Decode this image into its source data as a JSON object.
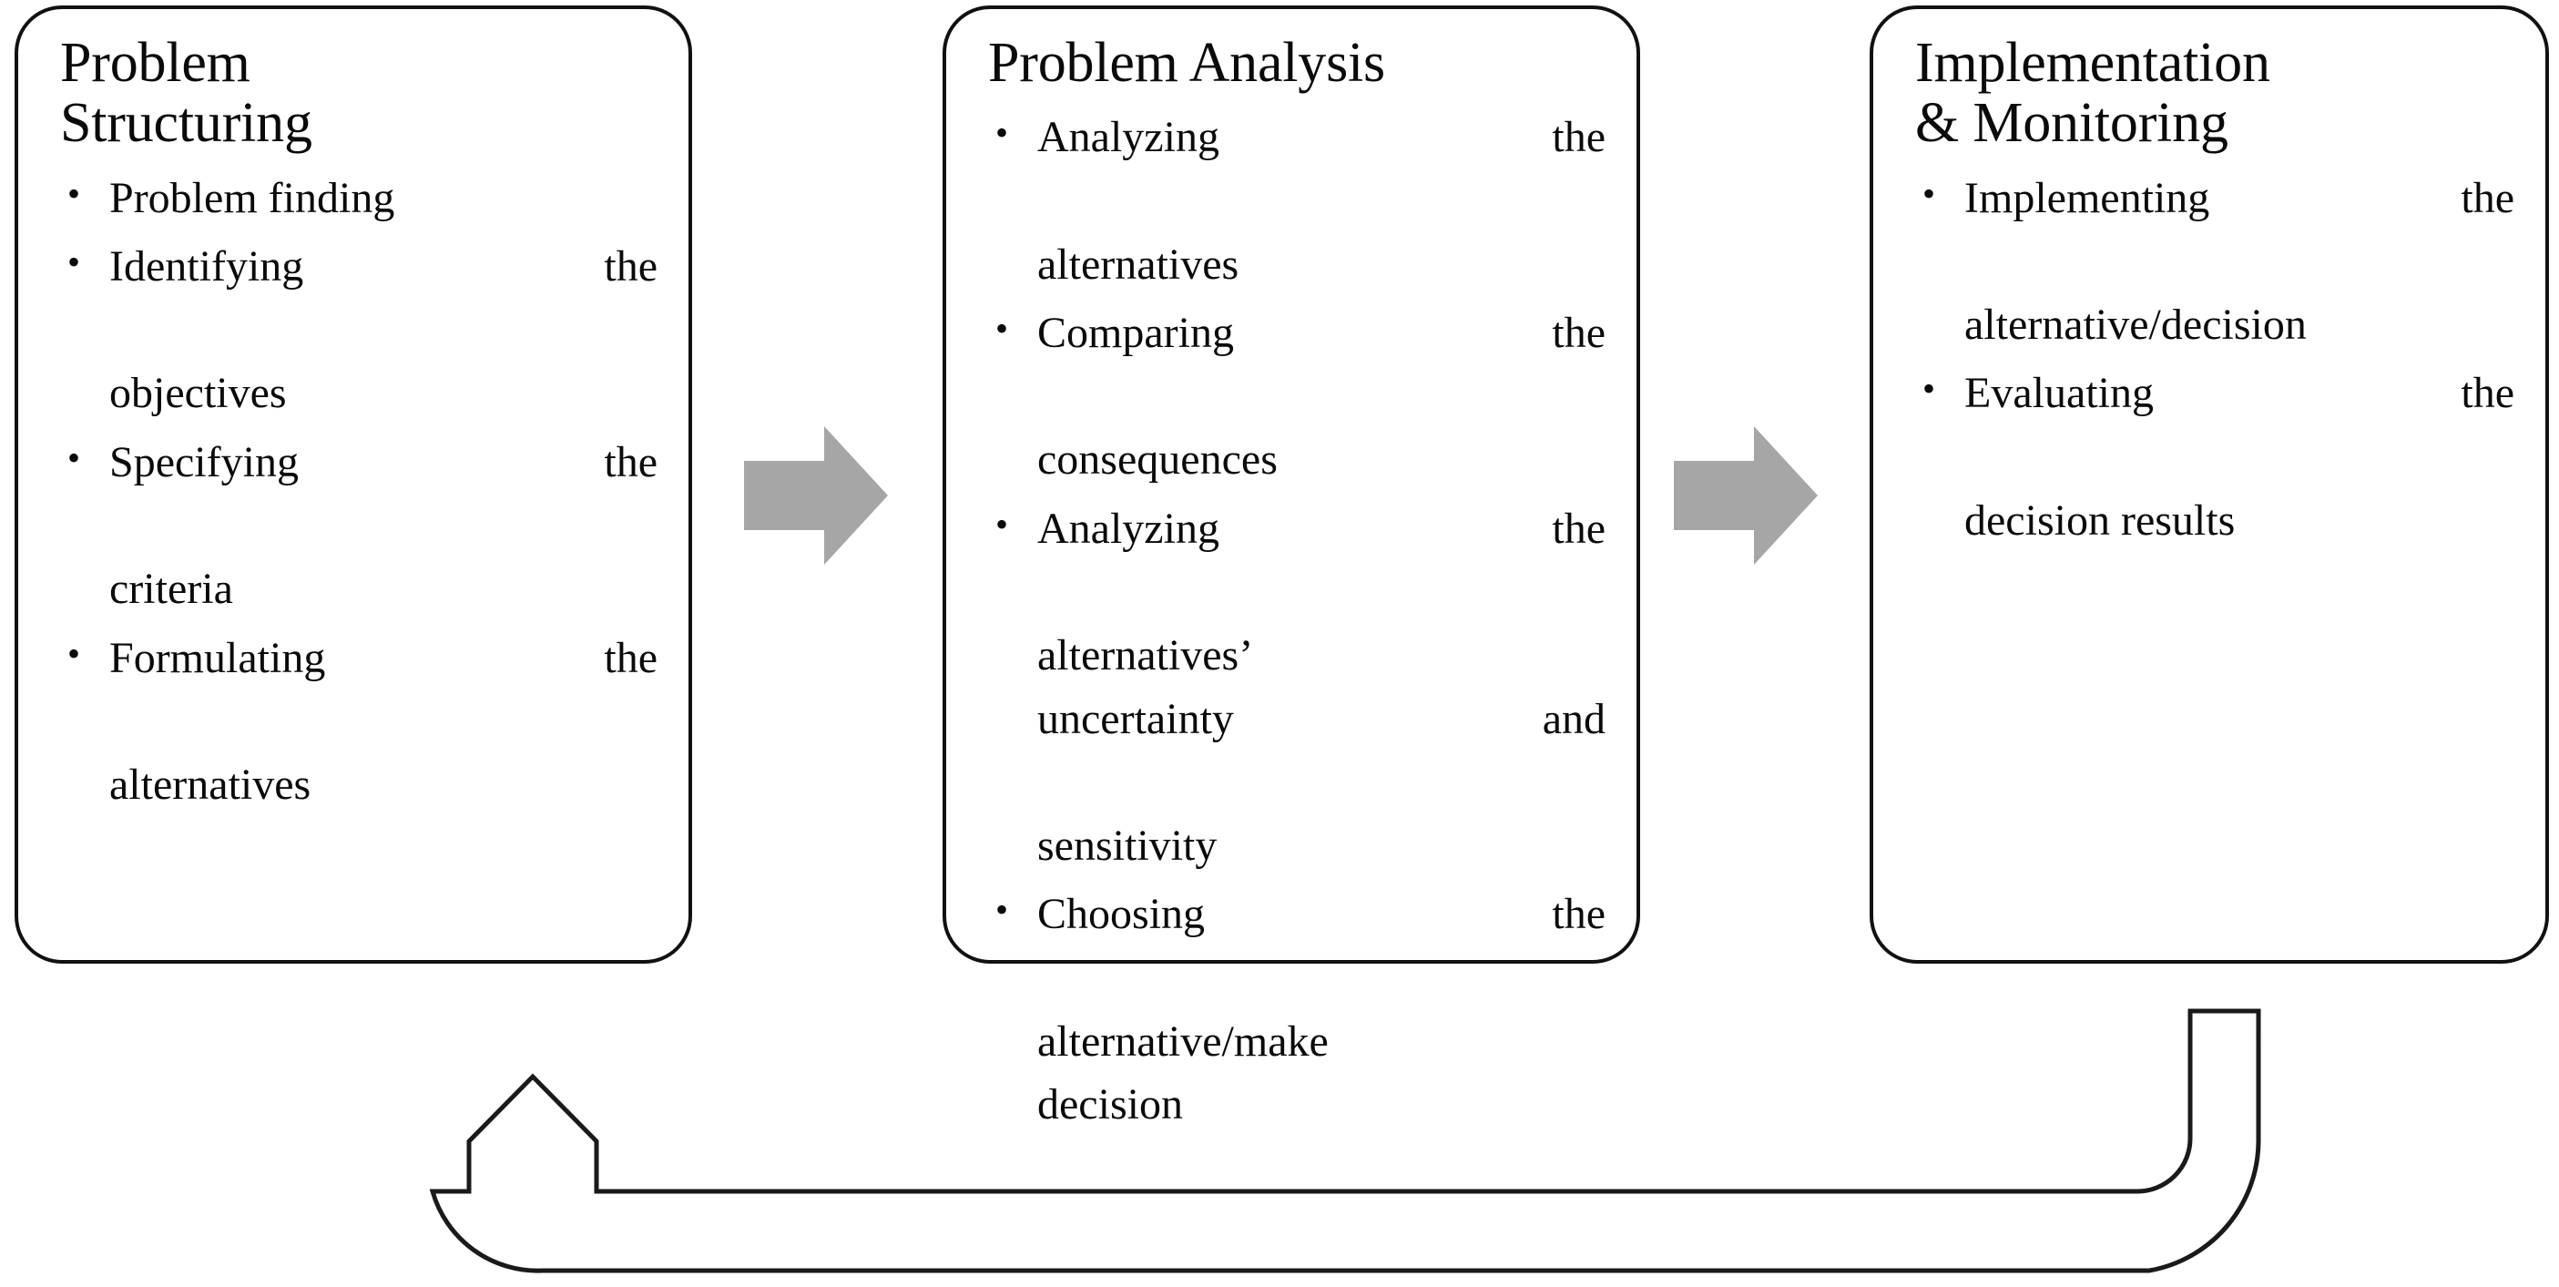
{
  "diagram": {
    "title": "Decision-making process",
    "type": "linear-process-flow-with-feedback-loop",
    "colors": {
      "box_border": "#111111",
      "box_fill": "#ffffff",
      "arrow_fill": "#a6a6a6",
      "loop_stroke": "#1a1a1a",
      "text": "#0a0a0a"
    },
    "stages": [
      {
        "id": "problem-structuring",
        "title": "Problem\nStructuring",
        "bullets": [
          {
            "lines": [
              "Problem finding"
            ]
          },
          {
            "lines": [
              "Identifying   the",
              "objectives"
            ]
          },
          {
            "lines": [
              "Specifying   the",
              "criteria"
            ]
          },
          {
            "lines": [
              "Formulating   the",
              "alternatives"
            ]
          }
        ]
      },
      {
        "id": "problem-analysis",
        "title": "Problem Analysis",
        "bullets": [
          {
            "lines": [
              "Analyzing   the",
              "alternatives"
            ]
          },
          {
            "lines": [
              "Comparing   the",
              "consequences"
            ]
          },
          {
            "lines": [
              "Analyzing   the",
              "alternatives’",
              "uncertainty   and",
              "sensitivity"
            ]
          },
          {
            "lines": [
              "Choosing   the",
              "alternative/make",
              "decision"
            ]
          }
        ]
      },
      {
        "id": "implementation-monitoring",
        "title": "Implementation\n& Monitoring",
        "bullets": [
          {
            "lines": [
              "Implementing   the",
              "alternative/decision"
            ]
          },
          {
            "lines": [
              "Evaluating   the",
              "decision   results"
            ]
          }
        ]
      }
    ],
    "connectors": [
      {
        "id": "arrow-1-2",
        "kind": "block-arrow",
        "direction": "right",
        "from": "problem-structuring",
        "to": "problem-analysis"
      },
      {
        "id": "arrow-2-3",
        "kind": "block-arrow",
        "direction": "right",
        "from": "problem-analysis",
        "to": "implementation-monitoring"
      },
      {
        "id": "feedback-loop",
        "kind": "outlined-curved-arrow",
        "direction": "up",
        "from": "implementation-monitoring",
        "to": "problem-structuring"
      }
    ]
  }
}
